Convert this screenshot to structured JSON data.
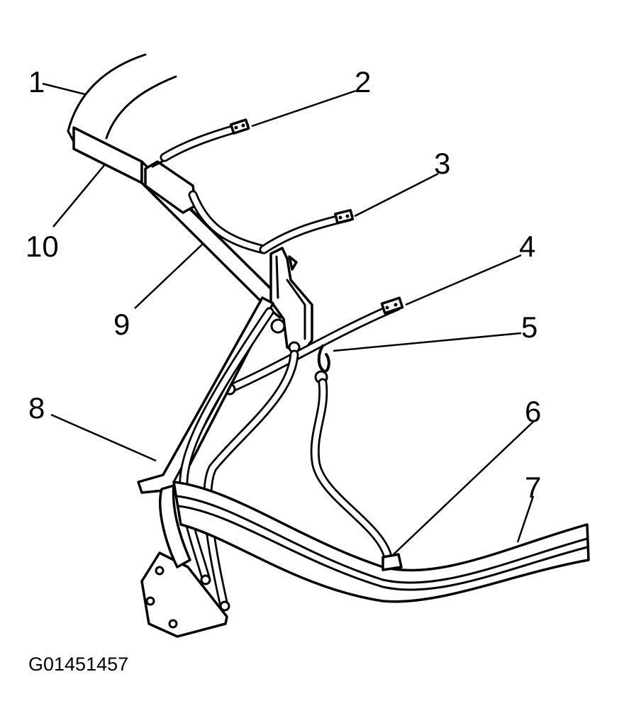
{
  "figure_code": "G01451457",
  "callouts": [
    "1",
    "2",
    "3",
    "4",
    "5",
    "6",
    "7",
    "8",
    "9",
    "10"
  ]
}
